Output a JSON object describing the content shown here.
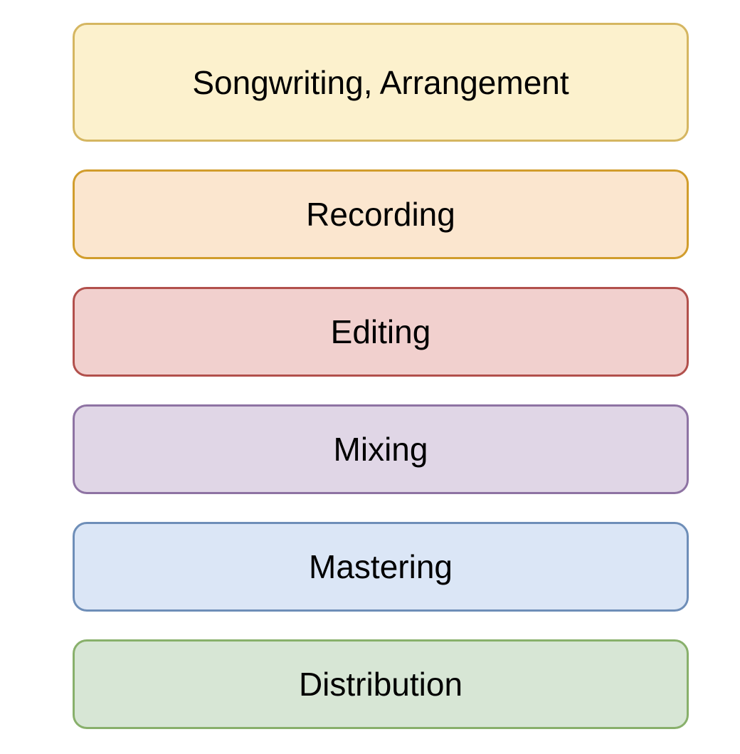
{
  "diagram": {
    "stages": [
      {
        "label": "Songwriting, Arrangement",
        "fill": "#fcf1cd",
        "stroke": "#d5b661"
      },
      {
        "label": "Recording",
        "fill": "#fbe6cf",
        "stroke": "#d19d2d"
      },
      {
        "label": "Editing",
        "fill": "#f1d0ce",
        "stroke": "#b2504c"
      },
      {
        "label": "Mixing",
        "fill": "#e0d6e6",
        "stroke": "#8e73a3"
      },
      {
        "label": "Mastering",
        "fill": "#dbe6f6",
        "stroke": "#6e8eb8"
      },
      {
        "label": "Distribution",
        "fill": "#d7e6d5",
        "stroke": "#88b06b"
      }
    ]
  }
}
